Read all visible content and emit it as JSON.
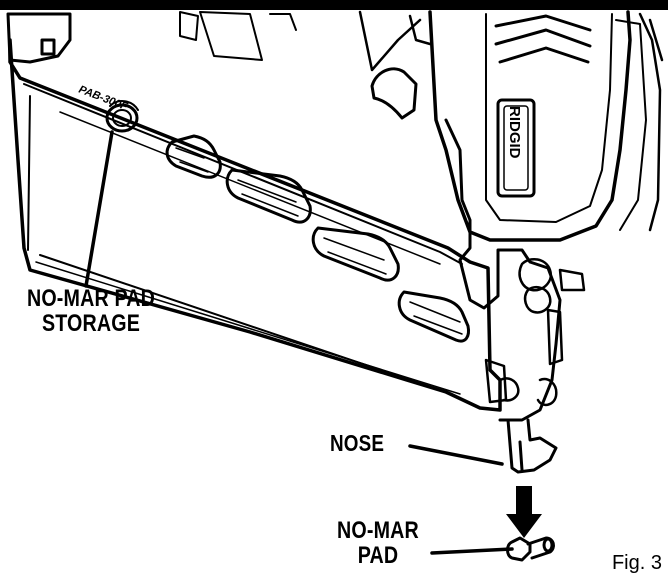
{
  "figure_label": "Fig. 3",
  "model_marking": "PAB-300F",
  "brand_marking": "RIDGID",
  "callouts": {
    "storage_line1": "NO-MAR PAD",
    "storage_line2": "STORAGE",
    "nose": "NOSE",
    "pad_line1": "NO-MAR",
    "pad_line2": "PAD"
  }
}
